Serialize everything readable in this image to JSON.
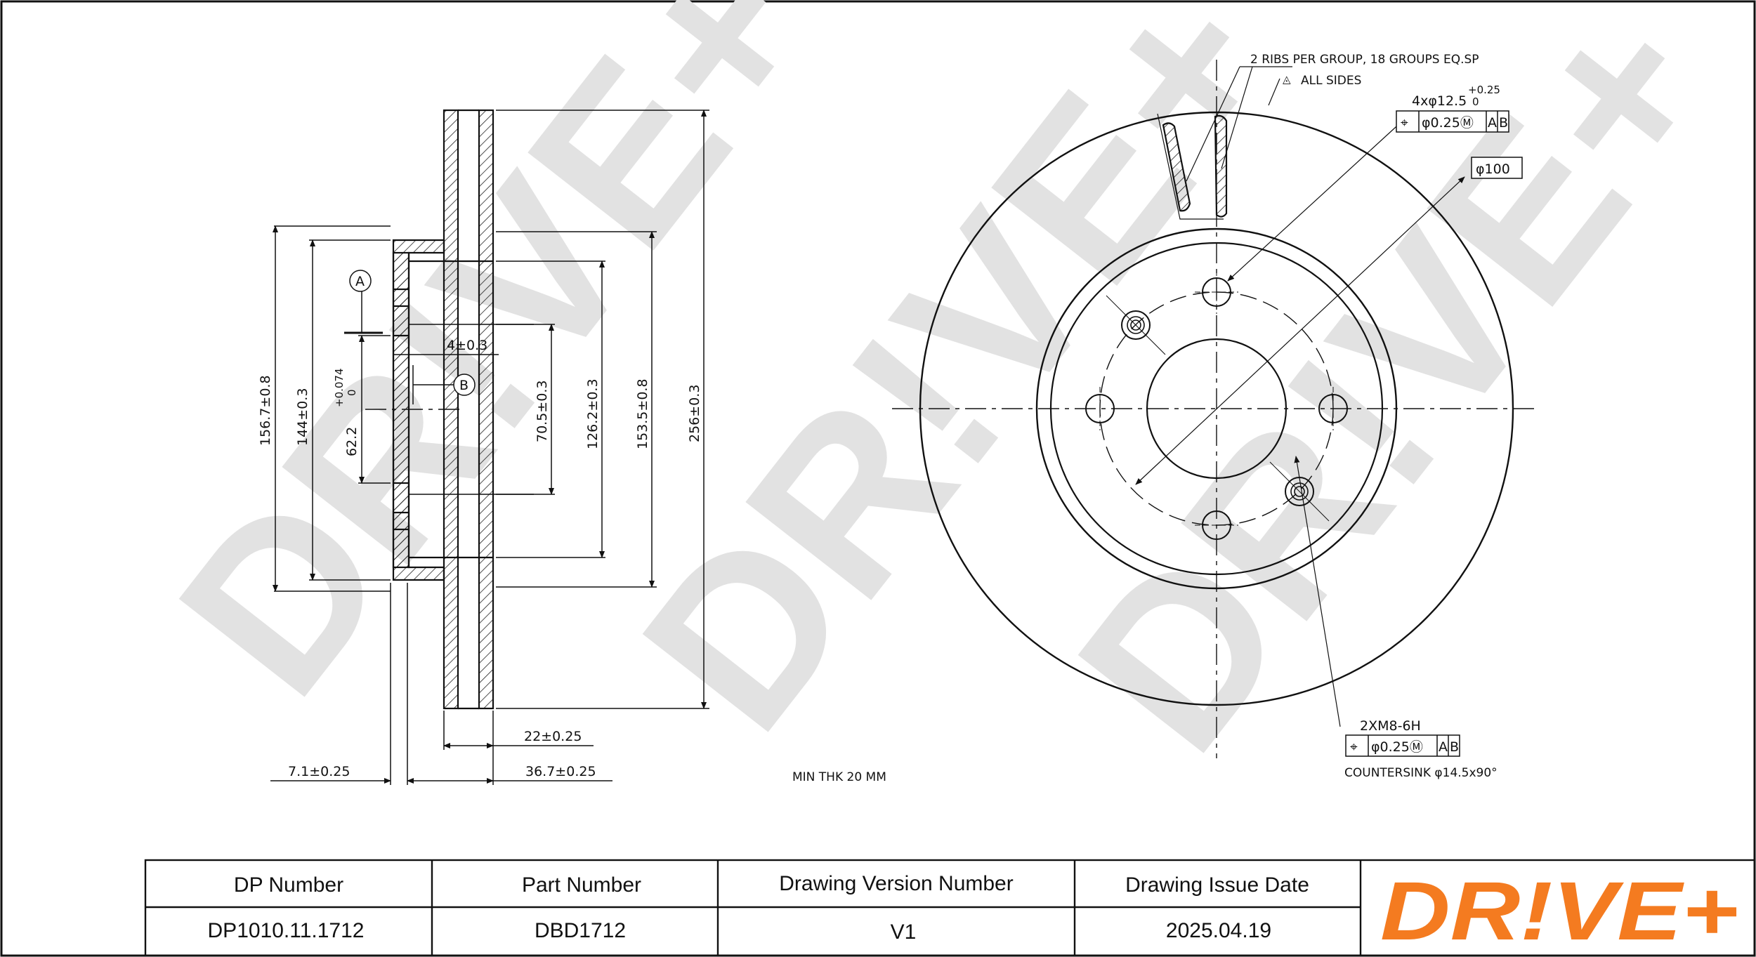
{
  "watermark": "DR!VE+",
  "logo": {
    "text": "DR!VE+",
    "color": "#f47b20"
  },
  "section_view": {
    "datum_a": "A",
    "datum_b": "B",
    "dimensions": {
      "overall_height_dia": "156.7±0.8",
      "hat_dia": "144±0.3",
      "bore_dia": "62.2",
      "bore_tol_upper": "+0.074",
      "bore_tol_lower": "0",
      "inner_dia": "70.5±0.3",
      "mid_dia": "126.2±0.3",
      "hub_dia": "153.5±0.8",
      "outer_dia": "256±0.3",
      "flange_thk": "4±0.3",
      "disc_thk": "22±0.25",
      "hat_thk": "7.1±0.25",
      "total_height": "36.7±0.25"
    }
  },
  "notes": {
    "min_thickness": "MIN THK 20 MM",
    "ribs": "2 RIBS PER GROUP, 18 GROUPS EQ.SP",
    "all_sides": "ALL SIDES",
    "holes_main": "4xφ12.5",
    "holes_tol_upper": "+0.25",
    "holes_tol_lower": "0",
    "pcd": "φ100",
    "tapped_holes": "2XM8-6H",
    "countersink": "COUNTERSINK φ14.5x90°"
  },
  "fcf_holes": [
    "⌖",
    "φ0.25Ⓜ",
    "A",
    "B"
  ],
  "fcf_tapped": [
    "⌖",
    "φ0.25Ⓜ",
    "A",
    "B"
  ],
  "title_block": {
    "headers": [
      "DP Number",
      "Part Number",
      "Drawing Version Number",
      "Drawing Issue Date"
    ],
    "values": [
      "DP1010.11.1712",
      "DBD1712",
      "V1",
      "2025.04.19"
    ]
  }
}
